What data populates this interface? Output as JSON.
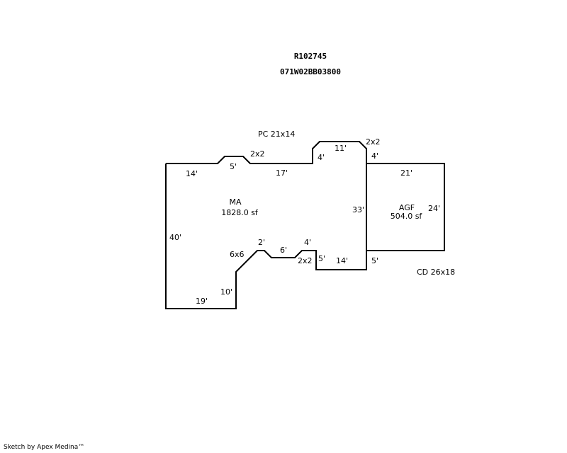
{
  "header": {
    "account": "R102745",
    "map_lot": "071W02BB03800"
  },
  "areas": {
    "ma": {
      "name": "MA",
      "area": "1828.0 sf"
    },
    "agf": {
      "name": "AGF",
      "area": "504.0 sf"
    },
    "pc": {
      "label": "PC 21x14"
    },
    "cd": {
      "label": "CD 26x18"
    }
  },
  "dimensions": {
    "ma_top_left": "14'",
    "ma_top_bump": "5'",
    "ma_top_bump_corner": "2x2",
    "ma_top_mid": "17'",
    "ma_step_up": "4'",
    "ma_top_right": "11'",
    "ma_top_right_corner": "2x2",
    "agf_left_top": "4'",
    "ma_left": "40'",
    "ma_shared_wall": "33'",
    "agf_top": "21'",
    "agf_right": "24'",
    "agf_left_bottom": "5'",
    "ma_bottom_right": "14'",
    "ma_notch_right": "5'",
    "ma_notch_corner": "2x2",
    "ma_notch_top": "4'",
    "ma_bottom_mid": "6'",
    "ma_bottom_short": "2'",
    "ma_bottom_diag": "6x6",
    "ma_bottom_left_step": "10'",
    "ma_bottom_left": "19'"
  },
  "footer": {
    "credit": "Sketch by Apex Medina™"
  }
}
